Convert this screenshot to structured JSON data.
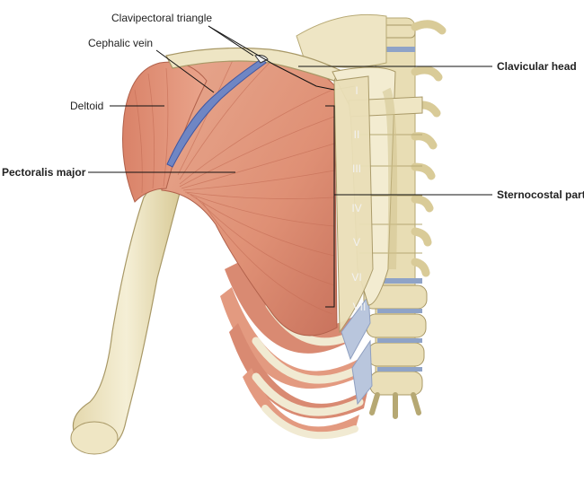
{
  "labels": {
    "clavipectoral_triangle": "Clavipectoral triangle",
    "cephalic_vein": "Cephalic vein",
    "deltoid": "Deltoid",
    "pectoralis_major": "Pectoralis major",
    "clavicular_head": "Clavicular head",
    "sternocostal_part": "Sternocostal part"
  },
  "rib_numerals": [
    "I",
    "II",
    "III",
    "IV",
    "V",
    "VI",
    "VII"
  ],
  "colors": {
    "muscle": "#e39a80",
    "muscle_shadow": "#c8735c",
    "bone": "#efe6c4",
    "cartilage": "#b9c6dd",
    "vein": "#6f86c4",
    "leader_line": "#111111"
  }
}
